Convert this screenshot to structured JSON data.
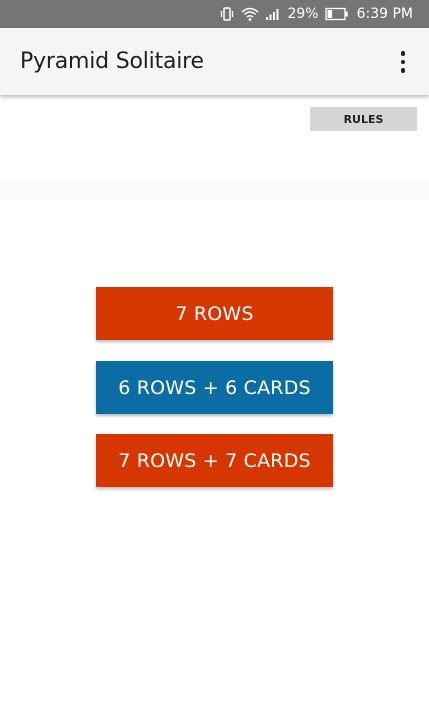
{
  "status_bar": {
    "battery_percent": "29%",
    "time": "6:39 PM",
    "icons": [
      "vibrate-icon",
      "wifi-icon",
      "signal-icon",
      "battery-icon"
    ],
    "battery_level": 0.29
  },
  "app_bar": {
    "title": "Pyramid Solitaire",
    "menu_icon": "overflow-menu-icon"
  },
  "toolbar": {
    "rules_label": "RULES"
  },
  "game_modes": [
    {
      "label": "7 ROWS",
      "color": "#d63600"
    },
    {
      "label": "6 ROWS + 6 CARDS",
      "color": "#0c6da4"
    },
    {
      "label": "7 ROWS + 7 CARDS",
      "color": "#d63600"
    }
  ],
  "colors": {
    "status_bar_bg": "#757575",
    "app_bar_bg": "#f5f5f5",
    "rules_button_bg": "#d6d6d6",
    "accent_orange": "#d63600",
    "accent_blue": "#0c6da4"
  }
}
